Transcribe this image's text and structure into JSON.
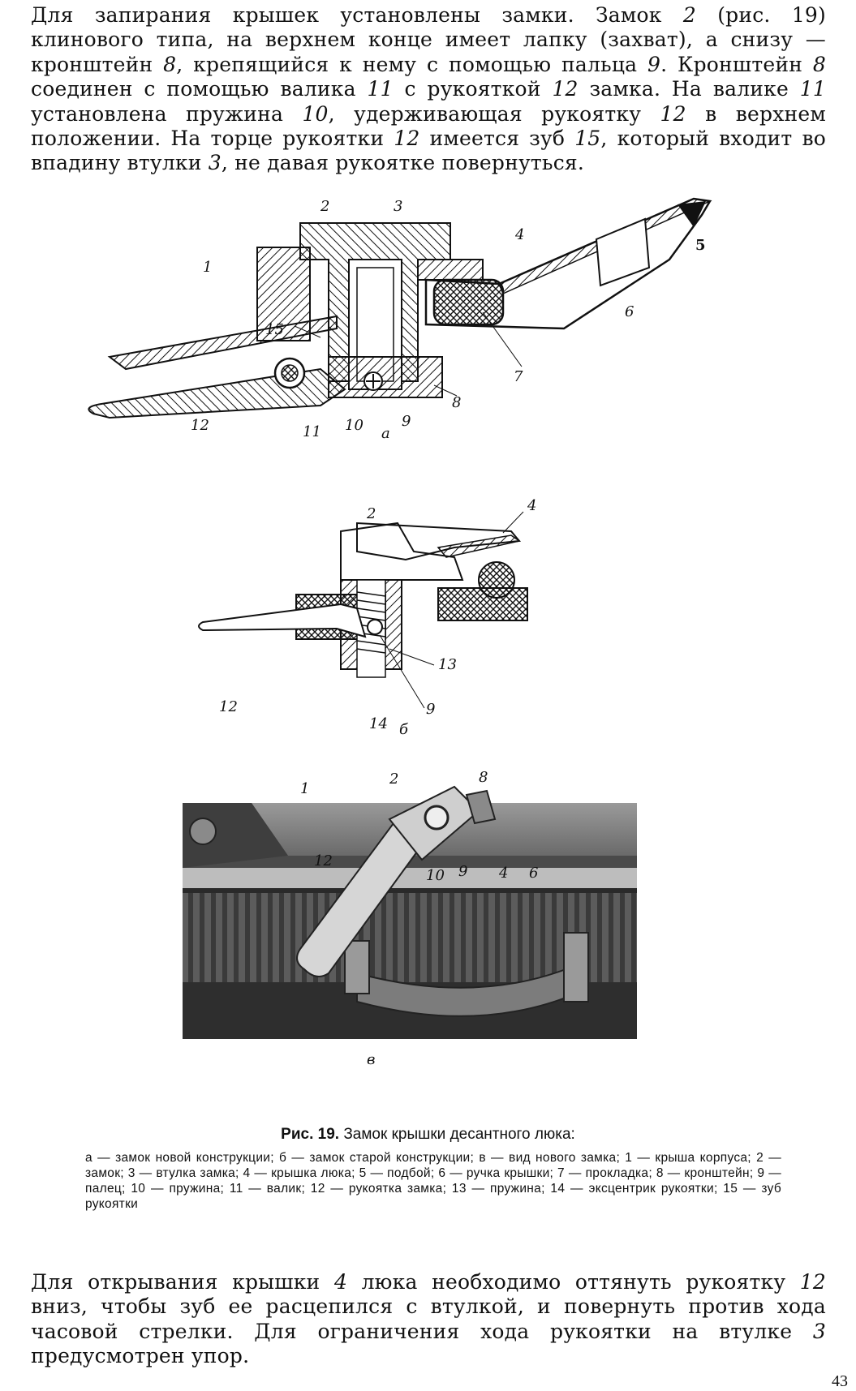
{
  "para1": [
    "Для запирания крышек установлены замки. Замок ",
    "2",
    " (рис. 19) клинового типа, на верхнем конце имеет лапку (захват), а снизу — кронштейн ",
    "8",
    ", крепящийся к нему с помощью пальца ",
    "9",
    ". Кронштейн ",
    "8",
    " соединен с помощью валика ",
    "11",
    " с рукояткой ",
    "12",
    " замка. На валике ",
    "11",
    " установлена пружина ",
    "10",
    ", удерживающая рукоятку ",
    "12",
    " в верхнем положении. На торце рукоятки ",
    "12",
    " имеется зуб ",
    "15",
    ", который входит во впадину втулки ",
    "3",
    ", не давая рукоятке повернуться."
  ],
  "figure_a": {
    "labels": {
      "n1": "1",
      "n2": "2",
      "n3": "3",
      "n4": "4",
      "n5": "5",
      "n6": "6",
      "n7": "7",
      "n8": "8",
      "n9": "9",
      "n10": "10",
      "n11": "11",
      "n12": "12",
      "n15": "15"
    },
    "sublabel": "а"
  },
  "figure_b": {
    "labels": {
      "n2": "2",
      "n4": "4",
      "n9": "9",
      "n12": "12",
      "n13": "13",
      "n14": "14"
    },
    "sublabel": "б"
  },
  "figure_c": {
    "labels": {
      "n1": "1",
      "n2": "2",
      "n4": "4",
      "n6": "6",
      "n8": "8",
      "n9": "9",
      "n10": "10",
      "n12": "12"
    },
    "sublabel": "в"
  },
  "caption": {
    "prefix": "Рис. 19.",
    "title": "Замок крышки десантного люка:",
    "legend": "а — замок новой конструкции; б — замок старой конструкции; в — вид нового замка; 1 — крыша корпуса; 2 — замок; 3 — втулка замка; 4 — крышка люка; 5 — подбой; 6 — ручка крышки; 7 — прокладка; 8 — кронштейн; 9 — палец; 10 — пружина; 11 — валик; 12 — рукоятка замка; 13 — пружина; 14 — эксцентрик рукоятки; 15 — зуб рукоятки"
  },
  "para2": [
    "Для открывания крышки ",
    "4",
    " люка необходимо оттянуть рукоятку ",
    "12",
    " вниз, чтобы зуб ее расцепился с втулкой, и повернуть против хода часовой стрелки. Для ограничения хода рукоятки на втулке ",
    "3",
    " предусмотрен упор."
  ],
  "page_number": "43"
}
